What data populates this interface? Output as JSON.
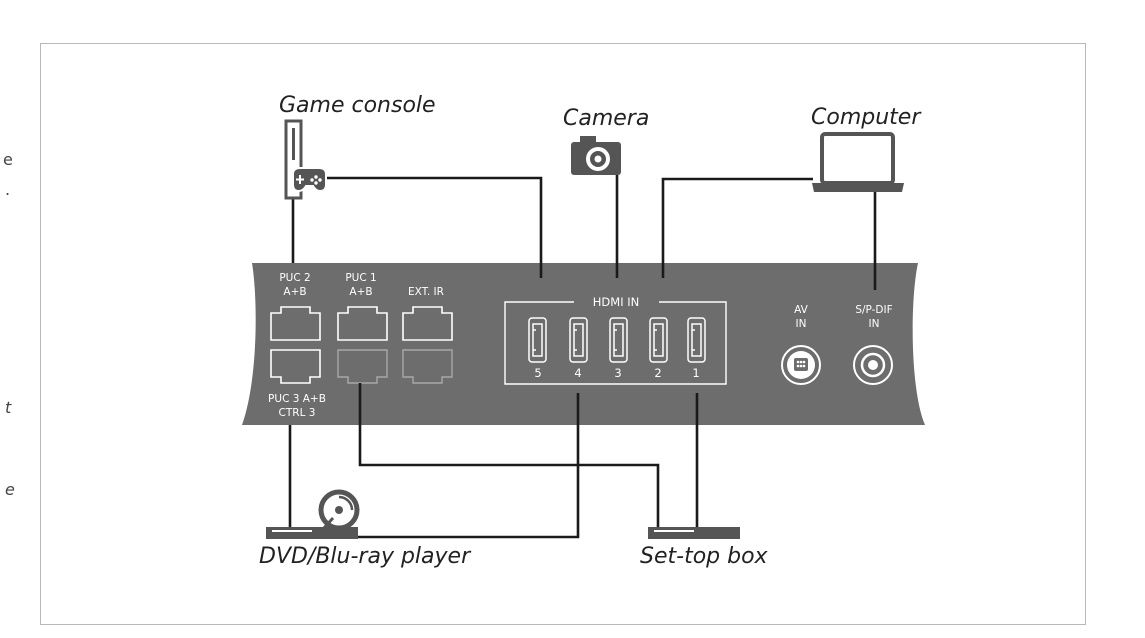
{
  "devices": {
    "game_console": "Game console",
    "camera": "Camera",
    "computer": "Computer",
    "dvd_player": "DVD/Blu-ray player",
    "set_top_box": "Set-top box"
  },
  "ports": {
    "puc2": [
      "PUC 2",
      "A+B"
    ],
    "puc1": [
      "PUC 1",
      "A+B"
    ],
    "ext_ir": "EXT. IR",
    "puc3": [
      "PUC 3 A+B",
      "CTRL 3"
    ],
    "hdmi_in": "HDMI IN",
    "hdmi_numbers": [
      "5",
      "4",
      "3",
      "2",
      "1"
    ],
    "av_in": [
      "AV",
      "IN"
    ],
    "spdif_in": [
      "S/P-DIF",
      "IN"
    ]
  },
  "edge_fragments": [
    "e",
    ".",
    "t",
    "e"
  ],
  "colors": {
    "panel": "#6d6d6d",
    "line": "#1a1a1a",
    "device": "#555555"
  }
}
